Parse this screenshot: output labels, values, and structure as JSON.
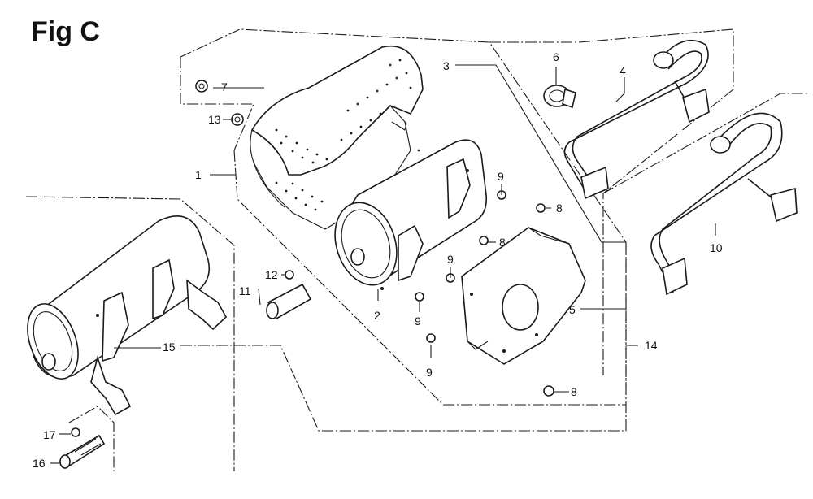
{
  "figure": {
    "title": "Fig C"
  },
  "callouts": [
    {
      "id": "c1",
      "label": "1"
    },
    {
      "id": "c2",
      "label": "2"
    },
    {
      "id": "c3",
      "label": "3"
    },
    {
      "id": "c4",
      "label": "4"
    },
    {
      "id": "c5",
      "label": "5"
    },
    {
      "id": "c6",
      "label": "6"
    },
    {
      "id": "c7",
      "label": "7"
    },
    {
      "id": "c8a",
      "label": "8"
    },
    {
      "id": "c8b",
      "label": "8"
    },
    {
      "id": "c8c",
      "label": "8"
    },
    {
      "id": "c9a",
      "label": "9"
    },
    {
      "id": "c9b",
      "label": "9"
    },
    {
      "id": "c9c",
      "label": "9"
    },
    {
      "id": "c10",
      "label": "10"
    },
    {
      "id": "c11",
      "label": "11"
    },
    {
      "id": "c12",
      "label": "12"
    },
    {
      "id": "c13",
      "label": "13"
    },
    {
      "id": "c14",
      "label": "14"
    },
    {
      "id": "c15",
      "label": "15"
    },
    {
      "id": "c16",
      "label": "16"
    },
    {
      "id": "c17",
      "label": "17"
    }
  ]
}
